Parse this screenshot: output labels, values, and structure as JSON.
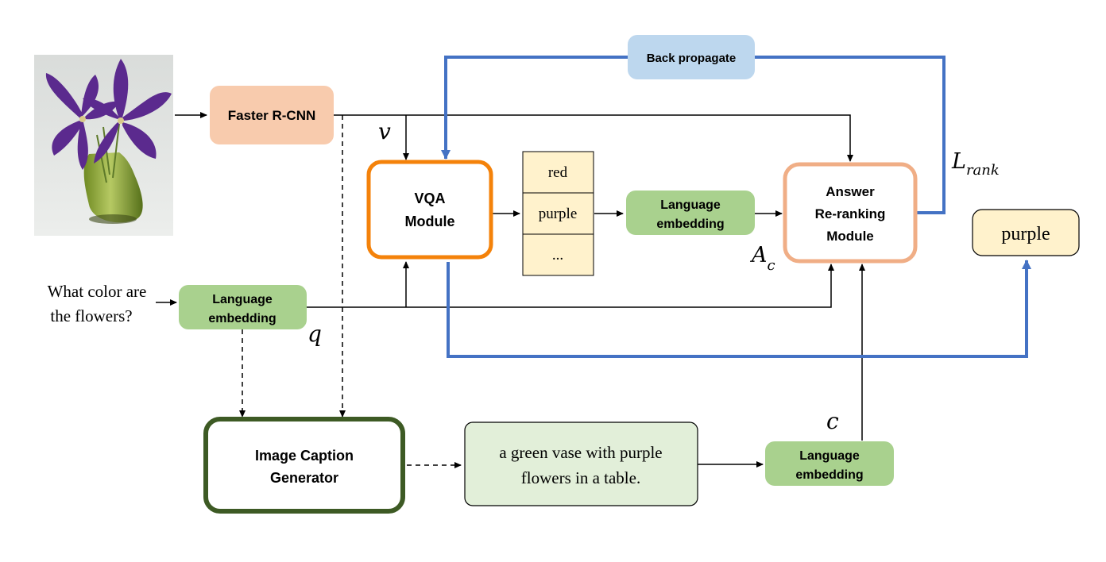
{
  "colors": {
    "faster_rcnn_fill": "#f8cbad",
    "vqa_border": "#f4820a",
    "rerank_border": "#f0ae86",
    "lang_emb_fill": "#a9d18e",
    "answer_list_fill": "#fff2cc",
    "output_fill": "#fff2cc",
    "caption_text_fill": "#e2efd9",
    "caption_gen_border": "#3d5a24",
    "backprop_fill": "#bdd7ee",
    "blue_line": "#4472c4",
    "flower_petal": "#5b2a8e",
    "vase": "#8fa93a"
  },
  "nodes": {
    "faster_rcnn": "Faster R-CNN",
    "vqa_module": [
      "VQA",
      "Module"
    ],
    "answers": [
      "red",
      "purple",
      "..."
    ],
    "lang_emb_answers": [
      "Language",
      "embedding"
    ],
    "rerank_module": [
      "Answer",
      "Re-ranking",
      "Module"
    ],
    "output": "purple",
    "question": [
      "What color are",
      "the flowers?"
    ],
    "lang_emb_question": [
      "Language",
      "embedding"
    ],
    "caption_generator": [
      "Image Caption",
      "Generator"
    ],
    "caption_text": [
      "a green vase with purple",
      "flowers in a table."
    ],
    "lang_emb_caption": [
      "Language",
      "embedding"
    ],
    "back_propagate": "Back propagate"
  },
  "symbols": {
    "v": "v",
    "q": "q",
    "c": "c",
    "a_c_main": "A",
    "a_c_sub": "c",
    "l_rank_main": "L",
    "l_rank_sub": "rank"
  }
}
